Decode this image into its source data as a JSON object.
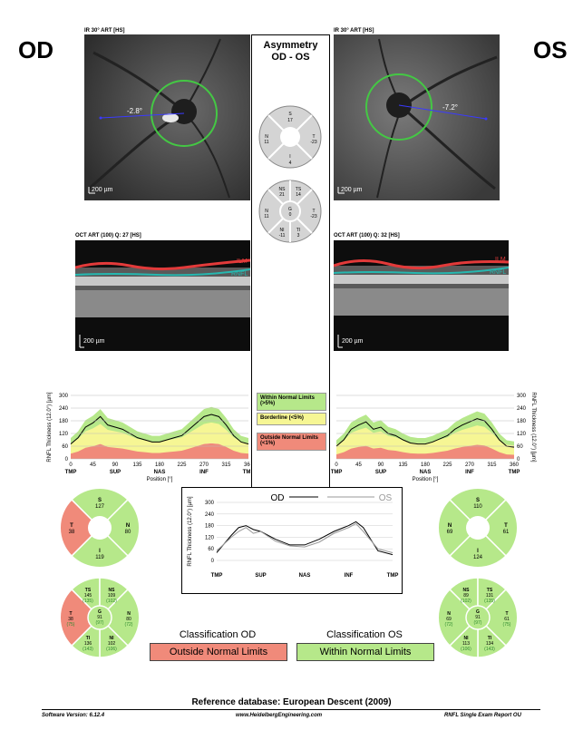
{
  "od_label": "OD",
  "os_label": "OS",
  "asymmetry": {
    "title_line1": "Asymmetry",
    "title_line2": "OD - OS",
    "circle1": {
      "S": "S",
      "S_val": "17",
      "N": "N",
      "N_val": "11",
      "T": "T",
      "T_val": "-23",
      "I": "I",
      "I_val": "4"
    },
    "circle2": {
      "NS": "NS",
      "NS_val": "21",
      "TS": "TS",
      "TS_val": "14",
      "N": "N",
      "N_val": "11",
      "G": "G",
      "G_val": "0",
      "T": "T",
      "T_val": "-23",
      "NI": "NI",
      "NI_val": "-11",
      "TI": "TI",
      "TI_val": "3"
    }
  },
  "od_ir": {
    "header": "IR 30° ART [HS]",
    "angle": "-2.8°",
    "scale": "200 µm"
  },
  "os_ir": {
    "header": "IR 30° ART [HS]",
    "angle": "-7.2°",
    "scale": "200 µm"
  },
  "od_oct": {
    "header": "OCT ART (100) Q: 27 [HS]",
    "ilm": "ILM",
    "rnfl": "RNFL",
    "scale": "200 µm"
  },
  "os_oct": {
    "header": "OCT ART (100) Q: 32 [HS]",
    "ilm": "ILM",
    "rnfl": "RNFL",
    "scale": "200 µm"
  },
  "legend": {
    "within": "Within Normal Limits",
    "within_sub": "(>5%)",
    "borderline": "Borderline (<5%)",
    "outside": "Outside Normal Limits",
    "outside_sub": "(<1%)"
  },
  "colors": {
    "green": "#b6e88a",
    "green_dark": "#58b544",
    "yellow": "#f6f694",
    "red": "#f08a7a",
    "red_dark": "#e36a58",
    "circle_green": "#44c844",
    "ilm": "#e23a3a",
    "rnfl": "#26b8b0"
  },
  "chart_common": {
    "ylabel": "RNFL Thickness (12.0°) [µm]",
    "xlabel": "Position [°]",
    "yticks": [
      "0",
      "60",
      "120",
      "180",
      "240",
      "300"
    ],
    "xticks": [
      "0",
      "45",
      "90",
      "135",
      "180",
      "225",
      "270",
      "315",
      "360"
    ],
    "sectors": [
      "TMP",
      "SUP",
      "NAS",
      "INF",
      "TMP"
    ]
  },
  "od_sectors": {
    "S": "S",
    "S_val": "127",
    "N": "N",
    "N_val": "80",
    "T": "T",
    "T_val": "38",
    "I": "I",
    "I_val": "119"
  },
  "os_sectors": {
    "S": "S",
    "S_val": "110",
    "N": "N",
    "N_val": "69",
    "T": "T",
    "T_val": "61",
    "I": "I",
    "I_val": "124"
  },
  "od_sectors6": {
    "TS": "TS",
    "TS_val": "145",
    "TS_ref": "(135)",
    "NS": "NS",
    "NS_val": "109",
    "NS_ref": "(102)",
    "T": "T",
    "T_val": "38",
    "T_ref": "(75)",
    "G": "G",
    "G_val": "91",
    "G_ref": "(97)",
    "N": "N",
    "N_val": "80",
    "N_ref": "(72)",
    "TI": "TI",
    "TI_val": "136",
    "TI_ref": "(143)",
    "NI": "NI",
    "NI_val": "102",
    "NI_ref": "(106)"
  },
  "os_sectors6": {
    "NS": "NS",
    "NS_val": "89",
    "NS_ref": "(102)",
    "TS": "TS",
    "TS_val": "131",
    "TS_ref": "(135)",
    "N": "N",
    "N_val": "69",
    "N_ref": "(72)",
    "G": "G",
    "G_val": "91",
    "G_ref": "(97)",
    "T": "T",
    "T_val": "61",
    "T_ref": "(75)",
    "NI": "NI",
    "NI_val": "113",
    "NI_ref": "(106)",
    "TI": "TI",
    "TI_val": "134",
    "TI_ref": "(143)"
  },
  "compare": {
    "od": "OD",
    "os": "OS",
    "ylabel": "RNFL Thickness (12.0°) [µm]"
  },
  "classification": {
    "od_title": "Classification OD",
    "od_value": "Outside Normal Limits",
    "os_title": "Classification OS",
    "os_value": "Within Normal Limits"
  },
  "reference": "Reference database: European Descent (2009)",
  "footer": {
    "software": "Software Version: 6.12.4",
    "url": "www.HeidelbergEngineering.com",
    "report": "RNFL Single Exam Report OU"
  },
  "chart_data": [
    {
      "type": "line",
      "title": "",
      "xlabel": "Position [°]",
      "ylabel": "RNFL Thickness (12.0°) [µm]",
      "xlim": [
        0,
        360
      ],
      "ylim": [
        0,
        300
      ],
      "series": [
        {
          "name": "",
          "x": [
            0,
            15,
            30,
            45,
            60,
            75,
            90,
            105,
            120,
            135,
            150,
            165,
            180,
            195,
            210,
            225,
            240,
            255,
            270,
            285,
            300,
            315,
            330,
            345,
            360
          ],
          "y": [
            70,
            100,
            150,
            170,
            200,
            160,
            150,
            140,
            120,
            100,
            90,
            80,
            80,
            90,
            100,
            110,
            140,
            170,
            200,
            210,
            200,
            160,
            110,
            80,
            70
          ]
        }
      ]
    },
    {
      "type": "line",
      "title": "",
      "xlabel": "Position [°]",
      "ylabel": "RNFL Thickness (12.0°) [µm]",
      "xlim": [
        0,
        360
      ],
      "ylim": [
        0,
        300
      ],
      "series": [
        {
          "name": "",
          "x": [
            0,
            15,
            30,
            45,
            60,
            75,
            90,
            105,
            120,
            135,
            150,
            165,
            180,
            195,
            210,
            225,
            240,
            255,
            270,
            285,
            300,
            315,
            330,
            345,
            360
          ],
          "y": [
            60,
            90,
            140,
            160,
            175,
            140,
            150,
            120,
            110,
            90,
            75,
            70,
            70,
            80,
            95,
            110,
            140,
            160,
            175,
            190,
            180,
            140,
            90,
            60,
            55
          ]
        }
      ]
    },
    {
      "type": "line",
      "title": "",
      "ylabel": "RNFL Thickness (12.0°) [µm]",
      "xlim": [
        0,
        360
      ],
      "ylim": [
        0,
        300
      ],
      "series": [
        {
          "name": "OD",
          "x": [
            0,
            30,
            45,
            60,
            75,
            90,
            120,
            150,
            180,
            210,
            240,
            270,
            285,
            300,
            330,
            360
          ],
          "y": [
            40,
            130,
            170,
            180,
            160,
            150,
            110,
            80,
            80,
            110,
            150,
            180,
            200,
            170,
            50,
            30
          ]
        },
        {
          "name": "OS",
          "x": [
            0,
            30,
            45,
            60,
            75,
            90,
            120,
            150,
            180,
            210,
            240,
            270,
            285,
            300,
            330,
            360
          ],
          "y": [
            50,
            120,
            150,
            170,
            140,
            150,
            100,
            75,
            70,
            95,
            140,
            170,
            190,
            150,
            60,
            40
          ]
        }
      ]
    }
  ]
}
